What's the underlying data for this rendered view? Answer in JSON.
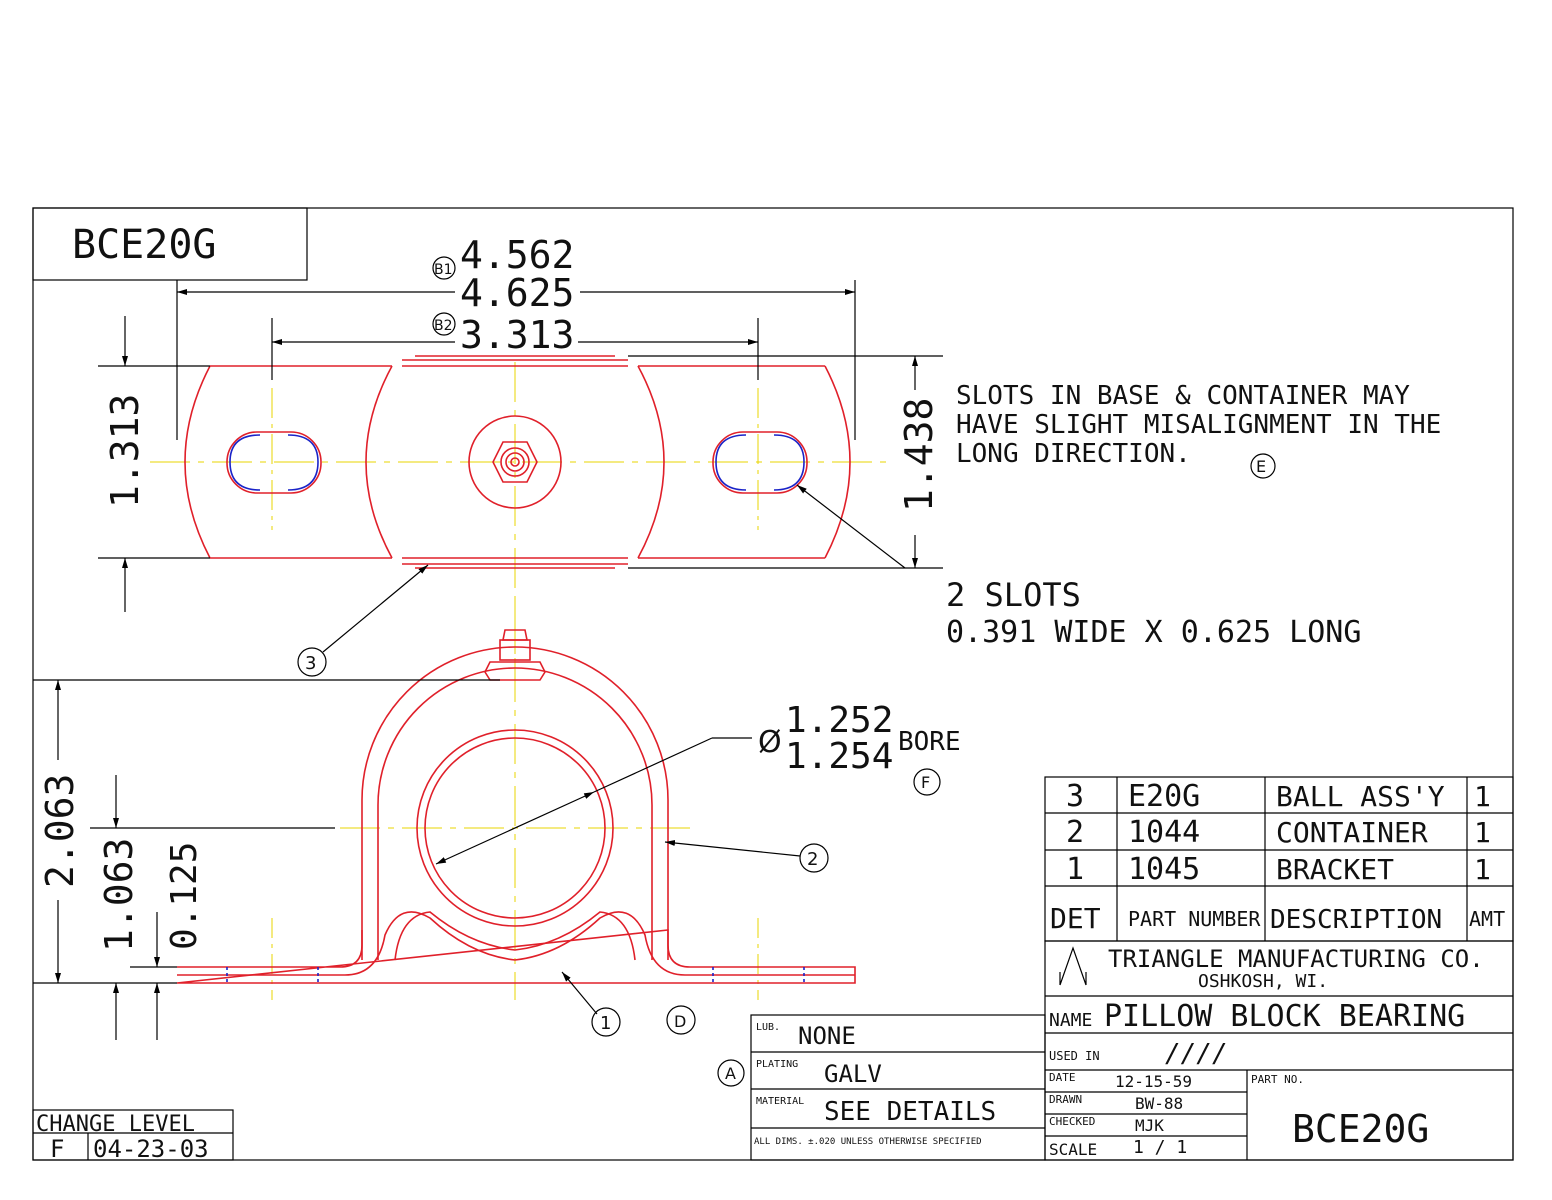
{
  "title_box": {
    "part": "BCE20G"
  },
  "dimensions": {
    "overall_width_max": "4.562",
    "overall_width_min": "4.625",
    "hole_centers": "3.313",
    "base_width": "1.313",
    "container_width": "1.438",
    "center_height": "2.063",
    "bracket_height": "1.063",
    "base_thickness": "0.125",
    "bore_min": "1.252",
    "bore_max": "1.254",
    "bore_label": "BORE",
    "diameter_symbol": "Ø"
  },
  "callouts": {
    "b1": "B1",
    "b2": "B2",
    "e": "E",
    "f": "F",
    "d": "D",
    "a": "A",
    "item1": "1",
    "item2": "2",
    "item3": "3"
  },
  "notes": {
    "slots_line1": "SLOTS IN BASE & CONTAINER MAY",
    "slots_line2": "HAVE SLIGHT MISALIGNMENT IN THE",
    "slots_line3": "LONG DIRECTION.",
    "slot_count": "2 SLOTS",
    "slot_size": "0.391 WIDE X 0.625 LONG"
  },
  "bom": {
    "rows": [
      {
        "det": "3",
        "part": "E20G",
        "desc": "BALL ASS'Y",
        "amt": "1"
      },
      {
        "det": "2",
        "part": "1044",
        "desc": "CONTAINER",
        "amt": "1"
      },
      {
        "det": "1",
        "part": "1045",
        "desc": "BRACKET",
        "amt": "1"
      }
    ],
    "headers": {
      "det": "DET",
      "part": "PART NUMBER",
      "desc": "DESCRIPTION",
      "amt": "AMT"
    }
  },
  "title_block": {
    "company": "TRIANGLE MANUFACTURING CO.",
    "city": "OSHKOSH, WI.",
    "name_label": "NAME",
    "name": "PILLOW BLOCK BEARING",
    "used_in_label": "USED IN",
    "used_in": "////",
    "date_label": "DATE",
    "date": "12-15-59",
    "drawn_label": "DRAWN",
    "drawn": "BW-88",
    "checked_label": "CHECKED",
    "checked": "MJK",
    "scale_label": "SCALE",
    "scale": "1 / 1",
    "part_no_label": "PART NO.",
    "part_no": "BCE20G"
  },
  "spec_block": {
    "lub_label": "LUB.",
    "lub": "NONE",
    "plating_label": "PLATING",
    "plating": "GALV",
    "material_label": "MATERIAL",
    "material": "SEE DETAILS",
    "tolerance": "ALL DIMS. ±.020 UNLESS OTHERWISE SPECIFIED"
  },
  "change_level": {
    "label": "CHANGE LEVEL",
    "level": "F",
    "date": "04-23-03"
  },
  "colors": {
    "part_outline": "#e0202a",
    "slot_edge": "#1a23c8",
    "centerline": "#e8d400",
    "dimension": "#000000"
  }
}
